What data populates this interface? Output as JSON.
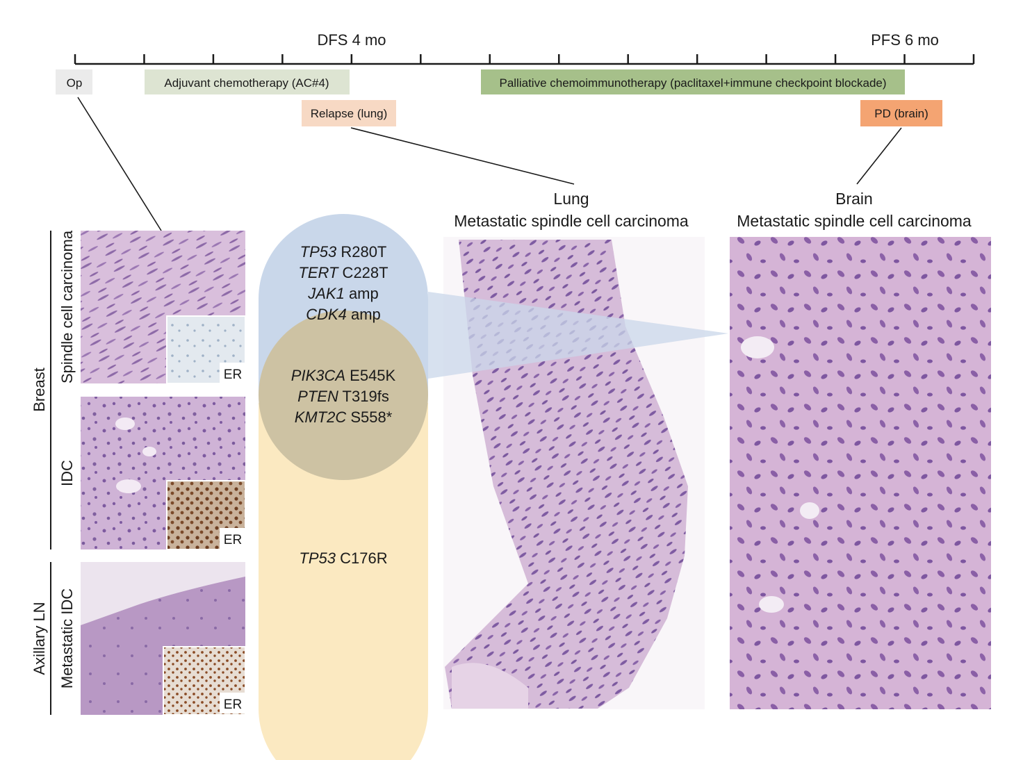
{
  "timeline": {
    "dfs_label": "DFS 4 mo",
    "pfs_label": "PFS 6 mo",
    "tick_count": 13
  },
  "events": {
    "op": "Op",
    "adjuvant": "Adjuvant chemotherapy (AC#4)",
    "palliative": "Palliative chemoimmunotherapy (paclitaxel+immune checkpoint blockade)",
    "relapse": "Relapse (lung)",
    "pd": "PD (brain)"
  },
  "colors": {
    "op_box": "#ebebeb",
    "adjuvant_box": "#dde4d2",
    "palliative_box": "#a6c08a",
    "relapse_box": "#f7d9c4",
    "pd_box": "#f4a472",
    "blue_set": "#c9d7ea",
    "yellow_set": "#fbe9c1",
    "overlap": "#cdc2a3",
    "he_stain": "#c5a3c8",
    "er_brown": "#7b4a2a"
  },
  "panels": {
    "lung_title": "Lung",
    "lung_subtitle": "Metastatic spindle cell carcinoma",
    "brain_title": "Brain",
    "brain_subtitle": "Metastatic spindle cell carcinoma"
  },
  "left_labels": {
    "breast": "Breast",
    "spindle": "Spindle cell carcinoma",
    "idc": "IDC",
    "axillary": "Axillary LN",
    "metastatic_idc": "Metastatic IDC",
    "er": "ER"
  },
  "mutations": {
    "blue_only": [
      {
        "gene": "TP53",
        "change": "R280T"
      },
      {
        "gene": "TERT",
        "change": "C228T"
      },
      {
        "gene": "JAK1",
        "change": "amp"
      },
      {
        "gene": "CDK4",
        "change": "amp"
      }
    ],
    "shared": [
      {
        "gene": "PIK3CA",
        "change": "E545K"
      },
      {
        "gene": "PTEN",
        "change": "T319fs"
      },
      {
        "gene": "KMT2C",
        "change": "S558*"
      }
    ],
    "yellow_only": [
      {
        "gene": "TP53",
        "change": "C176R"
      }
    ]
  }
}
